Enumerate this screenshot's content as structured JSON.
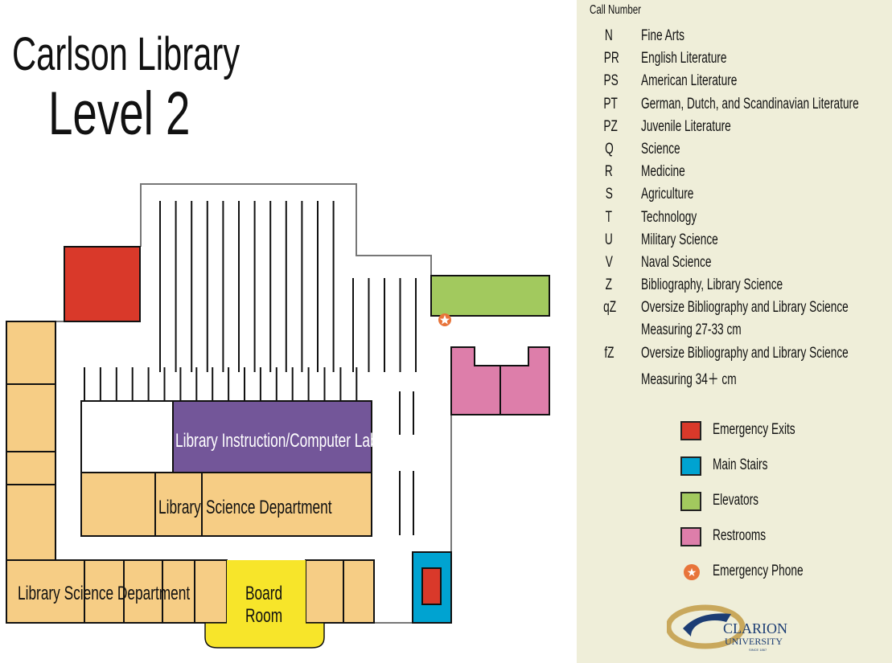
{
  "title": {
    "line1": "Carlson Library",
    "line2": "Level 2"
  },
  "rooms": {
    "computer_lab": "Library Instruction/Computer Lab",
    "lib_sci_middle_a": "Library",
    "lib_sci_middle_b": "Science Department",
    "lib_sci_bottom": "Library Science Department",
    "board_room_1": "Board",
    "board_room_2": "Room"
  },
  "call_numbers": {
    "heading": "Call Number",
    "items": [
      {
        "code": "N",
        "subject": "Fine Arts"
      },
      {
        "code": "PR",
        "subject": "English Literature"
      },
      {
        "code": "PS",
        "subject": "American Literature"
      },
      {
        "code": "PT",
        "subject": "German, Dutch, and Scandinavian Literature"
      },
      {
        "code": "PZ",
        "subject": "Juvenile Literature"
      },
      {
        "code": "Q",
        "subject": "Science"
      },
      {
        "code": "R",
        "subject": "Medicine"
      },
      {
        "code": "S",
        "subject": "Agriculture"
      },
      {
        "code": "T",
        "subject": "Technology"
      },
      {
        "code": "U",
        "subject": "Military Science"
      },
      {
        "code": "V",
        "subject": "Naval Science"
      },
      {
        "code": "Z",
        "subject": "Bibliography, Library Science"
      },
      {
        "code": "qZ",
        "subject": "Oversize Bibliography and Library Science",
        "note": "Measuring 27-33 cm"
      },
      {
        "code": "fZ",
        "subject": "Oversize Bibliography and Library Science",
        "note": "Measuring 34＋ cm"
      }
    ]
  },
  "legend": [
    {
      "label": "Emergency Exits",
      "color": "#d9392a"
    },
    {
      "label": "Main Stairs",
      "color": "#00a3d1"
    },
    {
      "label": "Elevators",
      "color": "#a2c95e"
    },
    {
      "label": "Restrooms",
      "color": "#dd7eaa"
    },
    {
      "label": "Emergency Phone",
      "color": "#e8743a"
    }
  ],
  "logo": {
    "name": "CLARION",
    "sub": "UNIVERSITY",
    "since": "SINCE 1867"
  }
}
